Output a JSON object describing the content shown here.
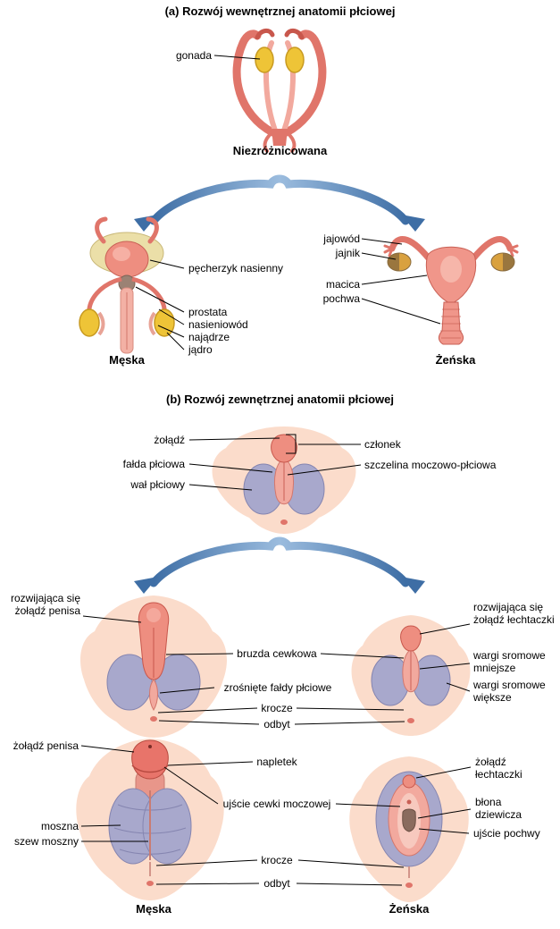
{
  "section_a": {
    "title": "(a) Rozwój wewnętrznej anatomii płciowej",
    "undifferentiated_caption": "Niezróżnicowana",
    "labels": {
      "gonada": "gonada",
      "pecherzyk_nasienny": "pęcherzyk nasienny",
      "prostata": "prostata",
      "nasieniowod": "nasieniowód",
      "najadrze": "najądrze",
      "jadro": "jądro",
      "jajowod": "jajowód",
      "jajnik": "jajnik",
      "macica": "macica",
      "pochwa": "pochwa"
    },
    "male_caption": "Męska",
    "female_caption": "Żeńska"
  },
  "section_b": {
    "title": "(b) Rozwój zewnętrznej anatomii płciowej",
    "labels": {
      "zoladz": "żołądź",
      "falda_plciowa": "fałda płciowa",
      "wal_plciowy": "wał płciowy",
      "czlonek": "członek",
      "szczelina_moczowo_plciowa": "szczelina moczowo-płciowa",
      "rozwijajaca_sie_zoladz_penisa": "rozwijająca się żołądź penisa",
      "bruzda_cewkowa": "bruzda cewkowa",
      "zrosniete_faldy_plciowe": "zrośnięte fałdy płciowe",
      "krocze_mid": "krocze",
      "odbyt_mid": "odbyt",
      "rozwijajaca_sie_zoladz_lechtaczki": "rozwijająca się żołądź łechtaczki",
      "wargi_sromowe_mniejsze": "wargi sromowe mniejsze",
      "wargi_sromowe_wieksze": "wargi sromowe większe",
      "zoladz_penisa": "żołądź penisa",
      "napletek": "napletek",
      "ujscie_cewki_moczowej": "ujście cewki moczowej",
      "moszna": "moszna",
      "szew_moszny": "szew moszny",
      "krocze_bottom": "krocze",
      "odbyt_bottom": "odbyt",
      "zoladz_lechtaczki": "żołądź łechtaczki",
      "blona_dziewicza": "błona dziewicza",
      "ujscie_pochwy": "ujście pochwy"
    },
    "male_caption": "Męska",
    "female_caption": "Żeńska"
  },
  "colors": {
    "salmon": "#E0756A",
    "pink_light": "#F2A99E",
    "peach": "#FBDCCB",
    "gonad_yellow": "#EEC437",
    "lavender": "#A8A8CC",
    "arrow_blue": "#3E6EA5"
  }
}
